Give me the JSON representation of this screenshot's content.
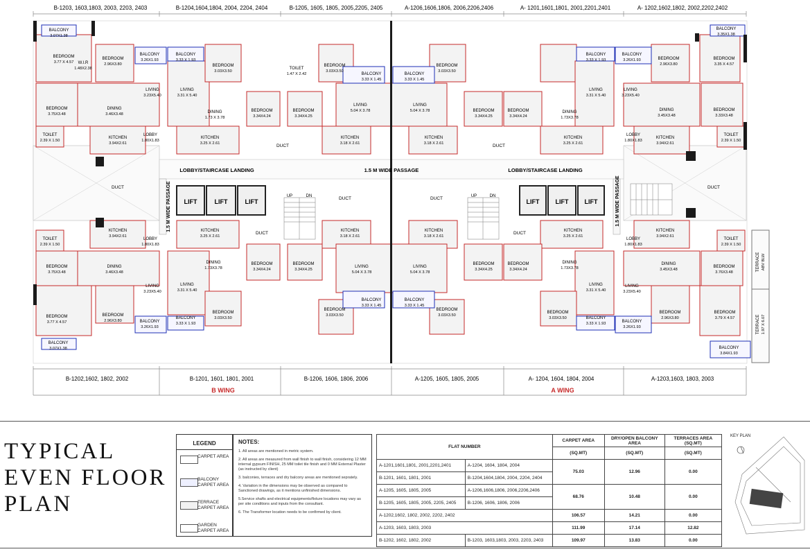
{
  "top_labels": [
    "B-1203, 1603,1803, 2003, 2203, 2403",
    "B-1204,1604,1804, 2004, 2204, 2404",
    "B-1205, 1605, 1805, 2005,2205, 2405",
    "A-1206,1606,1806, 2006,2206,2406",
    "A- 1201,1601,1801, 2001,2201,2401",
    "A- 1202,1602,1802, 2002,2202,2402"
  ],
  "bottom_labels": [
    "B-1202,1602, 1802, 2002",
    "B-1201, 1601, 1801, 2001",
    "B-1206, 1606, 1806, 2006",
    "A-1205, 1605, 1805, 2005",
    "A- 1204, 1604, 1804, 2004",
    "A-1203,1603, 1803, 2003"
  ],
  "wings": {
    "b": "B WING",
    "a": "A WING"
  },
  "common": {
    "lobby_landing": "LOBBY/STAIRCASE LANDING",
    "passage": "1.5 M WIDE PASSAGE",
    "lift": "LIFT",
    "duct": "DUCT",
    "up": "UP",
    "dn": "DN"
  },
  "rooms": [
    {
      "n": "BALCONY",
      "d": "3.07X1.38"
    },
    {
      "n": "BEDROOM",
      "d": "3.77 X 4.57"
    },
    {
      "n": "W.I.R",
      "d": "1.48X2.38"
    },
    {
      "n": "BEDROOM",
      "d": "2.96X3.80"
    },
    {
      "n": "BALCONY",
      "d": "3.26X1.93"
    },
    {
      "n": "BALCONY",
      "d": "3.33 X 1.93"
    },
    {
      "n": "BEDROOM",
      "d": "3.03X3.50"
    },
    {
      "n": "TOILET",
      "d": "1.47 X 2.42"
    },
    {
      "n": "BEDROOM",
      "d": "3.03X3.50"
    },
    {
      "n": "BALCONY",
      "d": "3.33 X 1.45"
    },
    {
      "n": "BALCONY",
      "d": "3.33 X 1.45"
    },
    {
      "n": "BEDROOM",
      "d": "3.03X3.50"
    },
    {
      "n": "BALCONY",
      "d": "3.33 X 1.93"
    },
    {
      "n": "BALCONY",
      "d": "3.26X1.93"
    },
    {
      "n": "BEDROOM",
      "d": "2.96X3.80"
    },
    {
      "n": "BEDROOM",
      "d": "3.35 X 4.57"
    },
    {
      "n": "BALCONY",
      "d": "3.35X1.38"
    },
    {
      "n": "BEDROOM",
      "d": "3.75X3.48"
    },
    {
      "n": "DINING",
      "d": "3.46X3.48"
    },
    {
      "n": "LIVING",
      "d": "3.23X5.40"
    },
    {
      "n": "LIVING",
      "d": "3.31 X 5.40"
    },
    {
      "n": "DINING",
      "d": "1.73 X 3.78"
    },
    {
      "n": "BEDROOM",
      "d": "3.34X4.24"
    },
    {
      "n": "BEDROOM",
      "d": "3.34X4.25"
    },
    {
      "n": "LIVING",
      "d": "5.04 X 3.78"
    },
    {
      "n": "LIVING",
      "d": "5.04 X 3.78"
    },
    {
      "n": "BEDROOM",
      "d": "3.34X4.25"
    },
    {
      "n": "BEDROOM",
      "d": "3.34X4.24"
    },
    {
      "n": "DINING",
      "d": "1.73X3.78"
    },
    {
      "n": "LIVING",
      "d": "3.31 X 5.40"
    },
    {
      "n": "LIVING",
      "d": "3.23X5.40"
    },
    {
      "n": "DINING",
      "d": "3.45X3.48"
    },
    {
      "n": "BEDROOM",
      "d": "3.33X3.48"
    },
    {
      "n": "TOILET",
      "d": "2.39 X 1.50"
    },
    {
      "n": "KITCHEN",
      "d": "3.94X2.61"
    },
    {
      "n": "LOBBY",
      "d": "1.80X1.83"
    },
    {
      "n": "KITCHEN",
      "d": "3.25 X 2.61"
    },
    {
      "n": "KITCHEN",
      "d": "3.18 X 2.61"
    },
    {
      "n": "KITCHEN",
      "d": "3.18 X 2.61"
    },
    {
      "n": "KITCHEN",
      "d": "3.25 X 2.61"
    },
    {
      "n": "LOBBY",
      "d": "1.80X1.83"
    },
    {
      "n": "KITCHEN",
      "d": "3.94X2.61"
    },
    {
      "n": "TOILET",
      "d": "2.39 X 1.50"
    },
    {
      "n": "TOILET",
      "d": "2.39 X 1.50"
    },
    {
      "n": "KITCHEN",
      "d": "3.94X2.61"
    },
    {
      "n": "LOBBY",
      "d": "1.80X1.83"
    },
    {
      "n": "KITCHEN",
      "d": "3.25 X 2.61"
    },
    {
      "n": "KITCHEN",
      "d": "3.18 X 2.61"
    },
    {
      "n": "KITCHEN",
      "d": "3.18 X 2.61"
    },
    {
      "n": "KITCHEN",
      "d": "3.25 X 2.61"
    },
    {
      "n": "LOBBY",
      "d": "1.80X1.83"
    },
    {
      "n": "KITCHEN",
      "d": "3.94X2.61"
    },
    {
      "n": "TOILET",
      "d": "2.39 X 1.50"
    },
    {
      "n": "BEDROOM",
      "d": "3.75X3.48"
    },
    {
      "n": "DINING",
      "d": "3.46X3.48"
    },
    {
      "n": "DINING",
      "d": "1.73X3.78"
    },
    {
      "n": "BEDROOM",
      "d": "3.34X4.24"
    },
    {
      "n": "BEDROOM",
      "d": "3.34X4.25"
    },
    {
      "n": "LIVING",
      "d": "5.04 X 3.78"
    },
    {
      "n": "LIVING",
      "d": "5.04 X 3.78"
    },
    {
      "n": "BEDROOM",
      "d": "3.34X4.25"
    },
    {
      "n": "BEDROOM",
      "d": "3.34X4.24"
    },
    {
      "n": "DINING",
      "d": "1.73X3.78"
    },
    {
      "n": "DINING",
      "d": "3.45X3.48"
    },
    {
      "n": "BEDROOM",
      "d": "3.76X3.48"
    },
    {
      "n": "LIVING",
      "d": "3.23X5.40"
    },
    {
      "n": "LIVING",
      "d": "3.31 X 5.40"
    },
    {
      "n": "LIVING",
      "d": "3.31 X 5.40"
    },
    {
      "n": "LIVING",
      "d": "3.23X5.40"
    },
    {
      "n": "BEDROOM",
      "d": "3.77 X 4.57"
    },
    {
      "n": "BEDROOM",
      "d": "2.96X3.80"
    },
    {
      "n": "BALCONY",
      "d": "3.26X1.93"
    },
    {
      "n": "BALCONY",
      "d": "3.33 X 1.93"
    },
    {
      "n": "BEDROOM",
      "d": "3.03X3.50"
    },
    {
      "n": "BEDROOM",
      "d": "3.03X3.50"
    },
    {
      "n": "BALCONY",
      "d": "3.33 X 1.45"
    },
    {
      "n": "BALCONY",
      "d": "3.33 X 1.45"
    },
    {
      "n": "BEDROOM",
      "d": "3.03X3.50"
    },
    {
      "n": "BEDROOM",
      "d": "3.03X3.50"
    },
    {
      "n": "BALCONY",
      "d": "3.33 X 1.93"
    },
    {
      "n": "BALCONY",
      "d": "3.26X1.93"
    },
    {
      "n": "BEDROOM",
      "d": "2.96X3.80"
    },
    {
      "n": "BEDROOM",
      "d": "3.79 X 4.57"
    },
    {
      "n": "BALCONY",
      "d": "3.07X1.38"
    },
    {
      "n": "BALCONY",
      "d": "3.84X1.93"
    },
    {
      "n": "TERRACE",
      "d": "ABV BLW"
    },
    {
      "n": "TERRACE",
      "d": "1.97 X 6.07"
    }
  ],
  "title": [
    "TYPICAL",
    "EVEN FLOOR",
    "PLAN"
  ],
  "legend": {
    "heading": "LEGEND",
    "items": [
      "CARPET AREA",
      "BALCONY CARPET AREA",
      "TERRACE CARPET AREA",
      "GARDEN CARPET AREA"
    ]
  },
  "notes": {
    "heading": "NOTES:",
    "items": [
      "1. All areas are mentioned in metric system.",
      "2. All areas are measured from wall finish to wall finish, considering 12 MM internal gypsum FINISH, 25 MM toilet tile finish and 0 MM External Plaster (as instructed by client)",
      "3. balconies, terraces and dry balcony areas are mentioned seprately.",
      "4. Variation in the dimensions may be observed as compared to Sanctioned drawings, as it mentions unfinished dimensions.",
      "5.Service shafts and electrical equipments/fixture locations may vary as per site conditions and inputs from the consultant.",
      "6. The Transformer location needs to be confirmed by client."
    ]
  },
  "table": {
    "headers": [
      "FLAT NUMBER",
      "CARPET AREA",
      "DRY/OPEN BALCONY AREA",
      "TERRACES AREA (SQ.MT)"
    ],
    "unit": "(SQ.MT)",
    "rows": [
      {
        "a": "A-1201,1601,1801, 2001,2201,2401",
        "b": "A-1204, 1604, 1804, 2004"
      },
      {
        "a": "B-1201, 1601, 1801, 2001",
        "b": "B-1204,1604,1804, 2004, 2204, 2404"
      },
      {
        "a": "A-1205, 1605, 1805, 2005",
        "b": "A-1206,1606,1806, 2006,2206,2406"
      },
      {
        "a": "B-1205, 1605, 1805, 2005, 2205, 2405",
        "b": "B-1206, 1606, 1806, 2006"
      },
      {
        "a": "A-1202,1602, 1802, 2002, 2202, 2402",
        "b": ""
      },
      {
        "a": "A-1203, 1603, 1803, 2003",
        "b": ""
      },
      {
        "a": "B-1202, 1602, 1802, 2002",
        "b": "B-1203, 1603,1803, 2003, 2203, 2403"
      }
    ],
    "areas": [
      {
        "carpet": "75.03",
        "balcony": "12.96",
        "terrace": "0.00"
      },
      {
        "carpet": "68.76",
        "balcony": "10.48",
        "terrace": "0.00"
      },
      {
        "carpet": "106.57",
        "balcony": "14.21",
        "terrace": "0.00"
      },
      {
        "carpet": "111.99",
        "balcony": "17.14",
        "terrace": "12.82"
      },
      {
        "carpet": "109.97",
        "balcony": "13.83",
        "terrace": "0.00"
      }
    ]
  },
  "key_plan": "KEY PLAN",
  "colors": {
    "carpet": "#c62828",
    "balcony": "#1e2fb5",
    "wall": "#2b2b2b",
    "shade": "#eeeeee",
    "fill": "#f3f3f3"
  }
}
